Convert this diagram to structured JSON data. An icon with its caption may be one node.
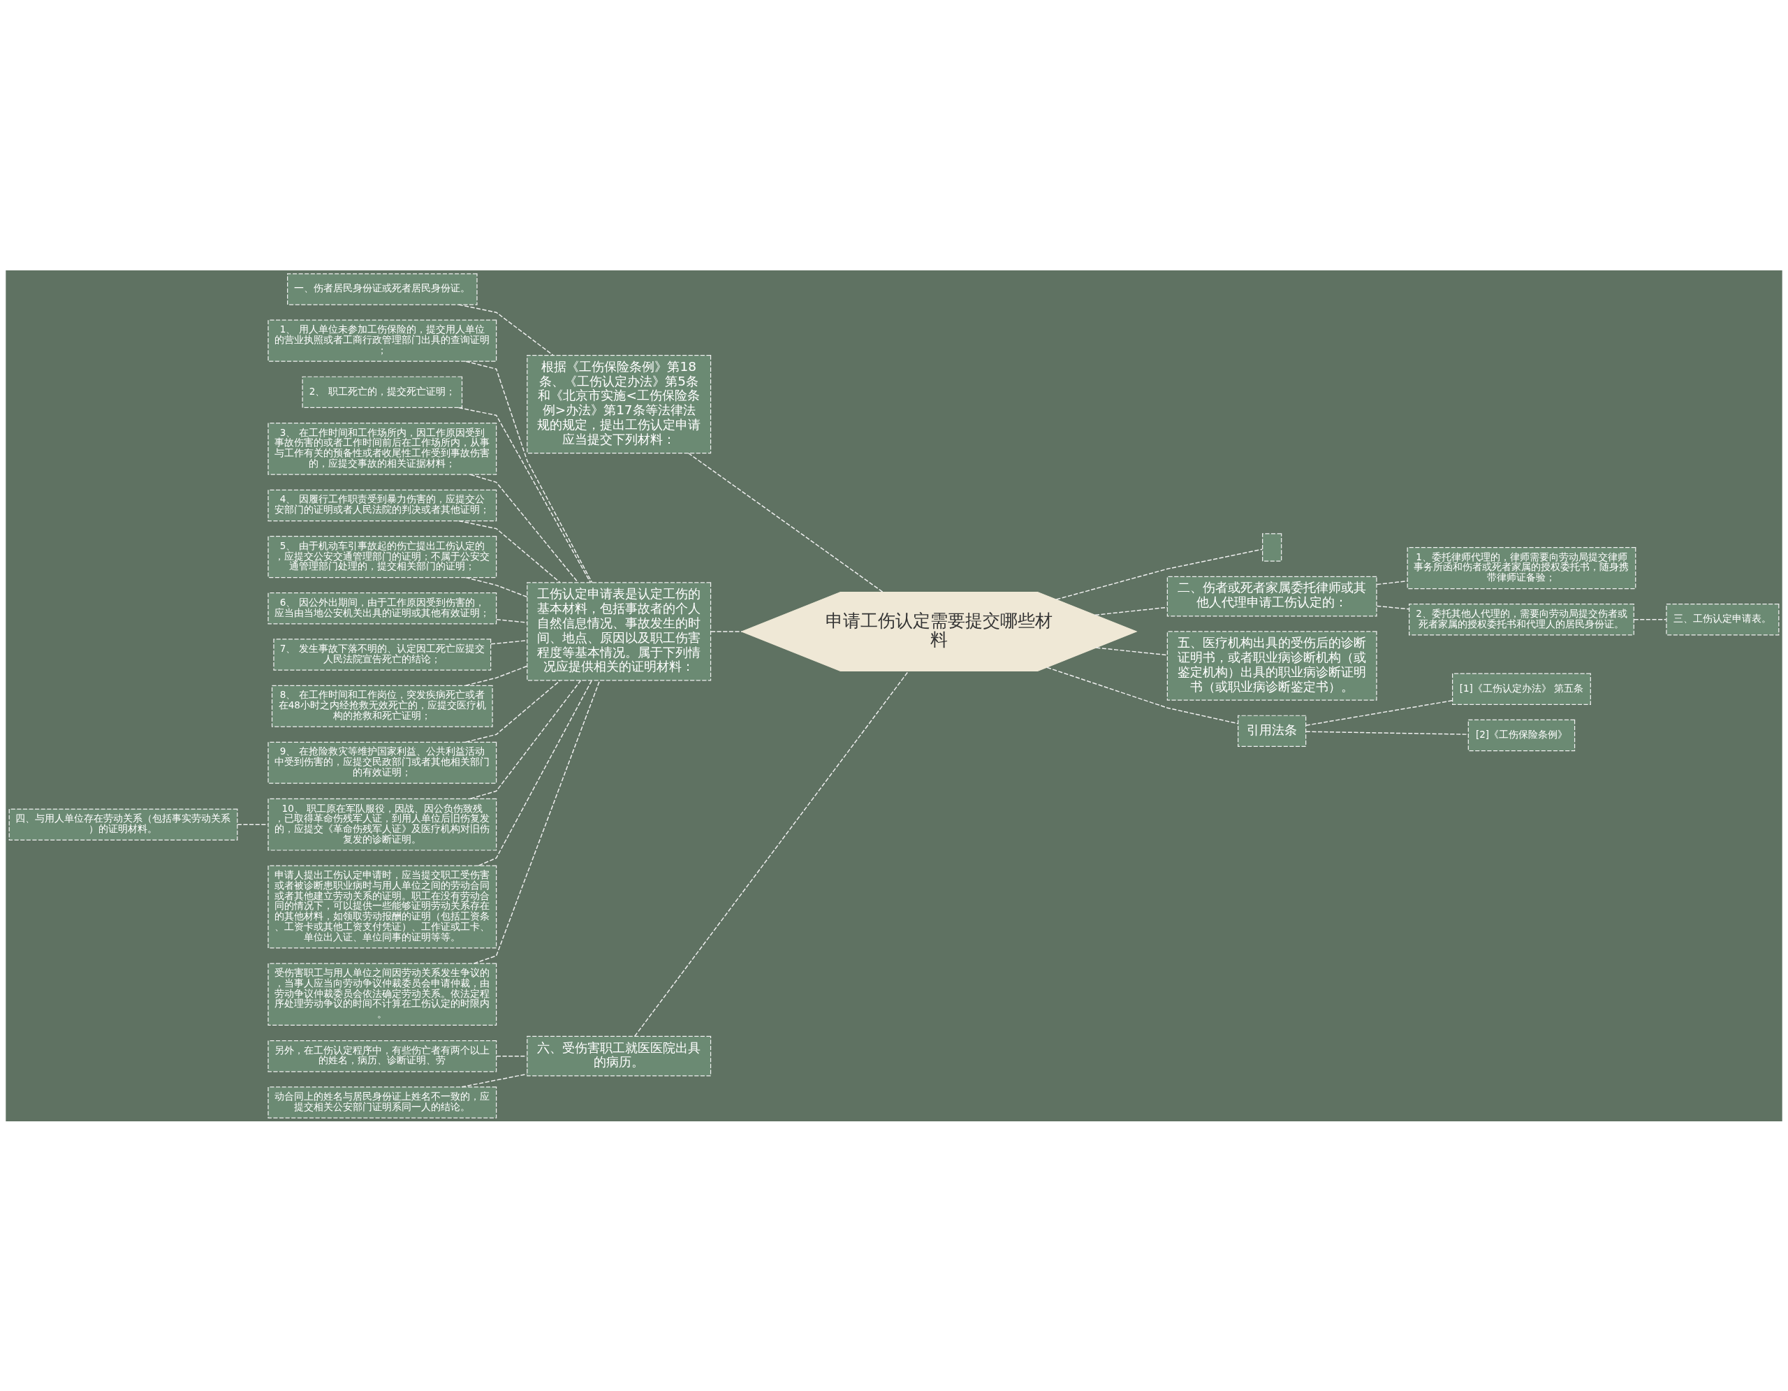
{
  "diagram": {
    "nodes": [
      {
        "text": [
          "申请工伤认定需要提交哪些材料"
        ]
      },
      {
        "text": [
          "根据《工伤保险条例》第18条、《工伤认定办法》第5条和《北京市实施<工伤保险条例>办法》第17条等法律法规的规定，提出工伤认定申请应当提交下列材料："
        ]
      },
      {
        "text": [
          "一、伤者居民身份证或死者居民身份证。"
        ]
      },
      {
        "text": [
          "工伤认定申请表是认定工伤的基本材料，包括事故者的个人自然信息情况、事故发生的时间、地点、原因以及职工伤害程度等基本情况。属于下列情况应提供相关的证明材料："
        ]
      },
      {
        "text": [
          "1、 用人单位未参加工伤保险的，提交用人单位的营业执照或者工商行政管理部门出具的查询证明；"
        ]
      },
      {
        "text": [
          "2、 职工死亡的，提交死亡证明；"
        ]
      },
      {
        "text": [
          "3、 在工作时间和工作场所内，因工作原因受到事故伤害的或者工作时间前后在工作场所内，从事与工作有关的预备性或者收尾性工作受到事故伤害的，应提交事故的相关证据材料；"
        ]
      },
      {
        "text": [
          "4、 因履行工作职责受到暴力伤害的，应提交公安部门的证明或者人民法院的判决或者其他证明；"
        ]
      },
      {
        "text": [
          "5、 由于机动车引事故起的伤亡提出工伤认定的，应提交公安交通管理部门的证明；不属于公安交通管理部门处理的，提交相关部门的证明；"
        ]
      },
      {
        "text": [
          "6、 因公外出期间，由于工作原因受到伤害的，应当由当地公安机关出具的证明或其他有效证明；"
        ]
      },
      {
        "text": [
          "7、 发生事故下落不明的、认定因工死亡应提交人民法院宣告死亡的结论；"
        ]
      },
      {
        "text": [
          "8、 在工作时间和工作岗位，突发疾病死亡或者在48小时之内经抢救无效死亡的，应提交医疗机构的抢救和死亡证明；"
        ]
      },
      {
        "text": [
          "9、 在抢险救灾等维护国家利益、公共利益活动中受到伤害的，应提交民政部门或者其他相关部门的有效证明；"
        ]
      },
      {
        "text": [
          "10、 职工原在军队服役，因战、因公负伤致残，已取得革命伤残军人证，到用人单位后旧伤复发的，应提交《革命伤残军人证》及医疗机构对旧伤复发的诊断证明。"
        ]
      },
      {
        "text": [
          "四、与用人单位存在劳动关系（包括事实劳动关系）的证明材料。"
        ]
      },
      {
        "text": [
          "申请人提出工伤认定申请时，应当提交职工受伤害或者被诊断患职业病时与用人单位之间的劳动合同或者其他建立劳动关系的证明。职工在没有劳动合同的情况下，可以提供一些能够证明劳动关系存在的其他材料，如领取劳动报酬的证明（包括工资条、工资卡或其他工资支付凭证）、工作证或工卡、单位出入证、单位同事的证明等等。"
        ]
      },
      {
        "text": [
          "受伤害职工与用人单位之间因劳动关系发生争议的，当事人应当向劳动争议仲裁委员会申请仲裁，由劳动争议仲裁委员会依法确定劳动关系。依法定程序处理劳动争议的时间不计算在工伤认定的时限内。"
        ]
      },
      {
        "text": [
          "六、受伤害职工就医医院出具的病历。"
        ]
      },
      {
        "text": [
          "另外，在工伤认定程序中，有些伤亡者有两个以上的姓名，病历、诊断证明、劳"
        ]
      },
      {
        "text": [
          "动合同上的姓名与居民身份证上姓名不一致的，应提交相关公安部门证明系同一人的结论。"
        ]
      },
      {
        "text": [],
        "shape": "box"
      },
      {
        "text": [
          "二、伤者或死者家属委托律师或其他人代理申请工伤认定的："
        ]
      },
      {
        "text": [
          "1、委托律师代理的，律师需要向劳动局提交律师事务所函和伤者或死者家属的授权委托书，随身携带律师证备验；"
        ]
      },
      {
        "text": [
          "2、委托其他人代理的，需要向劳动局提交伤者或死者家属的授权委托书和代理人的居民身份证。"
        ]
      },
      {
        "text": [
          "三、工伤认定申请表。"
        ]
      },
      {
        "text": [
          "五、医疗机构出具的受伤后的诊断证明书，或者职业病诊断机构（或鉴定机构）出具的职业病诊断证明书（或职业病诊断鉴定书）。"
        ]
      },
      {
        "text": [
          "引用法条"
        ]
      },
      {
        "text": [
          "[1]《工伤认定办法》 第五条"
        ]
      },
      {
        "text": [
          "[2]《工伤保险条例》"
        ]
      }
    ],
    "edges": [
      {
        "from": 0,
        "to": 1,
        "arrow": "none",
        "style": "dashed"
      },
      {
        "from": 1,
        "to": 2,
        "arrow": "none",
        "style": "dashed"
      },
      {
        "from": 0,
        "to": 3,
        "arrow": "none",
        "style": "dashed"
      },
      {
        "from": 3,
        "to": 4,
        "arrow": "none",
        "style": "dashed"
      },
      {
        "from": 3,
        "to": 5,
        "arrow": "none",
        "style": "dashed"
      },
      {
        "from": 3,
        "to": 6,
        "arrow": "none",
        "style": "dashed"
      },
      {
        "from": 3,
        "to": 7,
        "arrow": "none",
        "style": "dashed"
      },
      {
        "from": 3,
        "to": 8,
        "arrow": "none",
        "style": "dashed"
      },
      {
        "from": 3,
        "to": 9,
        "arrow": "none",
        "style": "dashed"
      },
      {
        "from": 3,
        "to": 10,
        "arrow": "none",
        "style": "dashed"
      },
      {
        "from": 3,
        "to": 11,
        "arrow": "none",
        "style": "dashed"
      },
      {
        "from": 3,
        "to": 12,
        "arrow": "none",
        "style": "dashed"
      },
      {
        "from": 3,
        "to": 13,
        "arrow": "none",
        "style": "dashed"
      },
      {
        "from": 13,
        "to": 14,
        "arrow": "none",
        "style": "dashed"
      },
      {
        "from": 3,
        "to": 15,
        "arrow": "none",
        "style": "dashed"
      },
      {
        "from": 3,
        "to": 16,
        "arrow": "none",
        "style": "dashed"
      },
      {
        "from": 0,
        "to": 17,
        "arrow": "none",
        "style": "dashed"
      },
      {
        "from": 17,
        "to": 18,
        "arrow": "none",
        "style": "dashed"
      },
      {
        "from": 17,
        "to": 19,
        "arrow": "none",
        "style": "dashed"
      },
      {
        "from": 0,
        "to": 20,
        "arrow": "none",
        "style": "dashed"
      },
      {
        "from": 0,
        "to": 21,
        "arrow": "none",
        "style": "dashed"
      },
      {
        "from": 21,
        "to": 22,
        "arrow": "none",
        "style": "dashed"
      },
      {
        "from": 21,
        "to": 23,
        "arrow": "none",
        "style": "dashed"
      },
      {
        "from": 23,
        "to": 24,
        "arrow": "none",
        "style": "dashed"
      },
      {
        "from": 0,
        "to": 25,
        "arrow": "none",
        "style": "dashed"
      },
      {
        "from": 0,
        "to": 26,
        "arrow": "none",
        "style": "dashed"
      },
      {
        "from": 26,
        "to": 27,
        "arrow": "none",
        "style": "dashed"
      },
      {
        "from": 26,
        "to": 28,
        "arrow": "none",
        "style": "dashed"
      }
    ]
  }
}
